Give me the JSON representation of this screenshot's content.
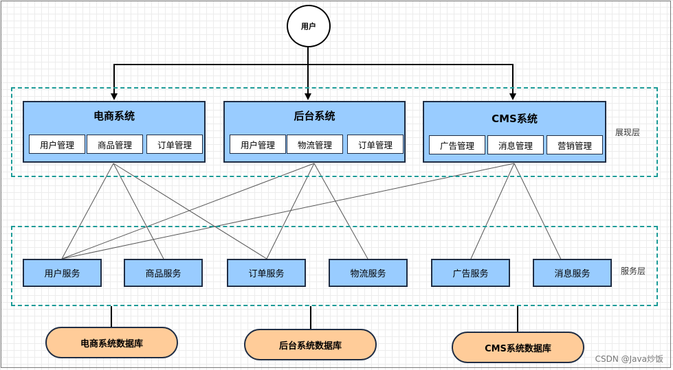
{
  "user": "用户",
  "layers": {
    "presentation": "展现层",
    "service": "服务层"
  },
  "systems": [
    {
      "title": "电商系统",
      "modules": [
        "用户管理",
        "商品管理",
        "订单管理"
      ]
    },
    {
      "title": "后台系统",
      "modules": [
        "用户管理",
        "物流管理",
        "订单管理"
      ]
    },
    {
      "title": "CMS系统",
      "modules": [
        "广告管理",
        "消息管理",
        "营销管理"
      ]
    }
  ],
  "services": [
    "用户服务",
    "商品服务",
    "订单服务",
    "物流服务",
    "广告服务",
    "消息服务"
  ],
  "databases": [
    "电商系统数据库",
    "后台系统数据库",
    "CMS系统数据库"
  ],
  "watermark": "CSDN @Java炒饭",
  "colors": {
    "system_fill": "#99ccff",
    "database_fill": "#ffcc99",
    "zone_border": "#1b9b97",
    "box_border": "#1f2d44"
  }
}
